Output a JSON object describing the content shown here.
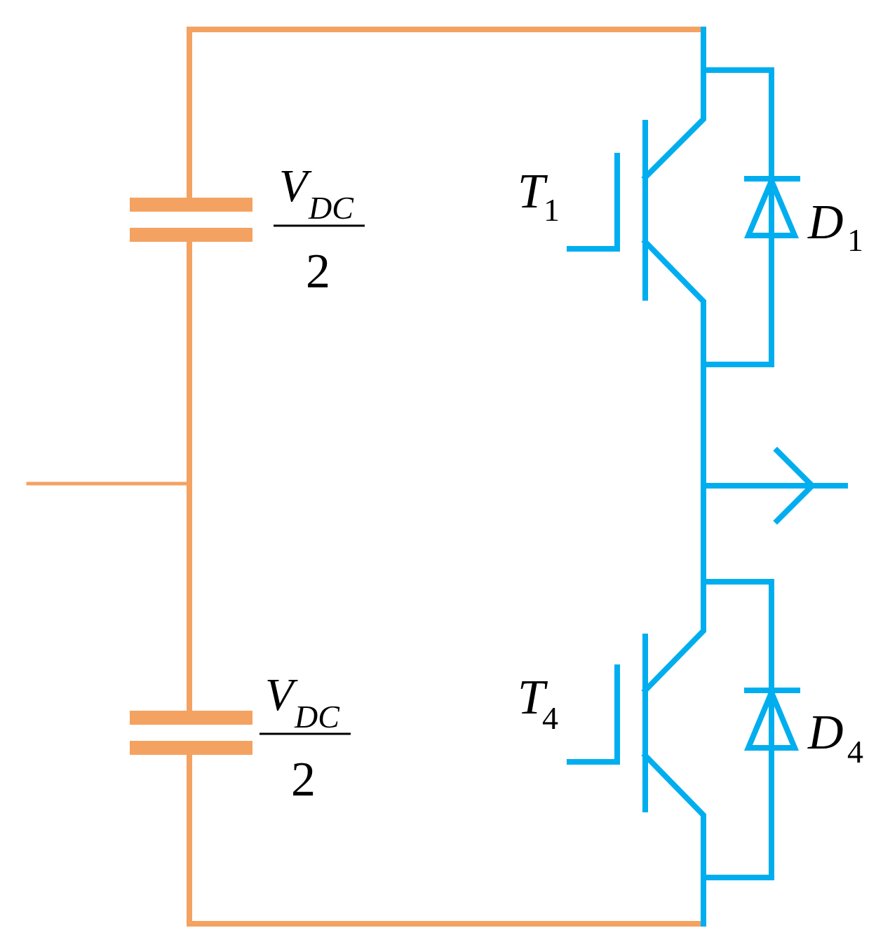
{
  "colors": {
    "dc_side": "#F4A261",
    "switch_side": "#00AEEF",
    "text": "#000000",
    "background": "#FFFFFF"
  },
  "capacitors": [
    {
      "label_main": "V",
      "label_sub": "DC",
      "label_denominator": "2"
    },
    {
      "label_main": "V",
      "label_sub": "DC",
      "label_denominator": "2"
    }
  ],
  "switches": [
    {
      "label_main": "T",
      "label_sub": "1"
    },
    {
      "label_main": "T",
      "label_sub": "4"
    }
  ],
  "diodes": [
    {
      "label_main": "D",
      "label_sub": "1"
    },
    {
      "label_main": "D",
      "label_sub": "4"
    }
  ]
}
